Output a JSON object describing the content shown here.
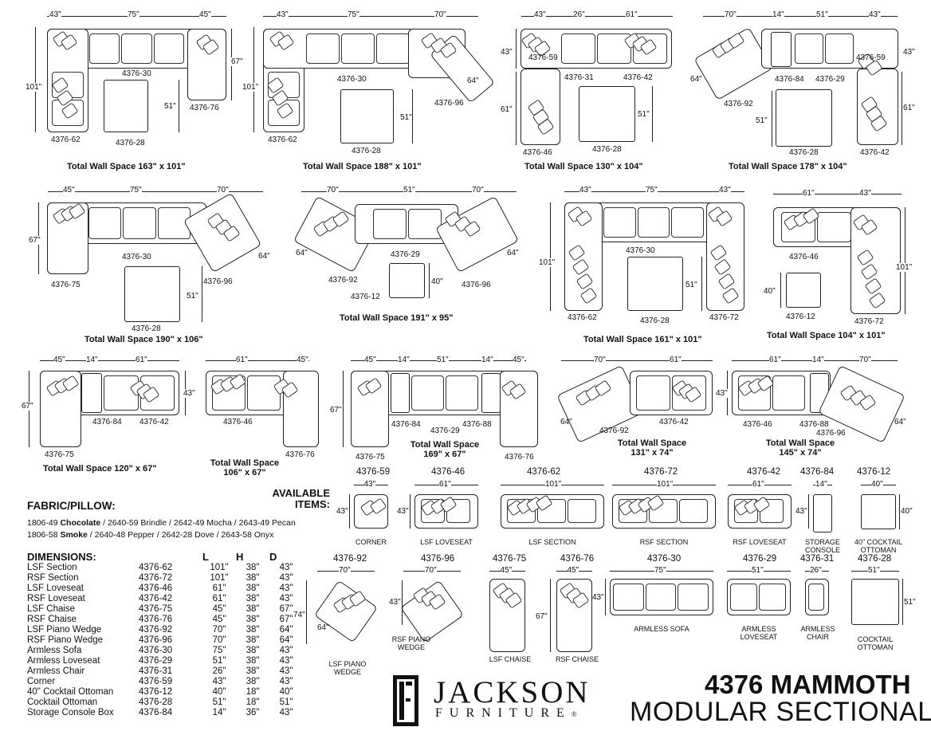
{
  "configurations": [
    {
      "total": "Total Wall Space 163\" x 101\"",
      "codes": [
        "4376-30",
        "4376-76",
        "4376-62",
        "4376-28"
      ],
      "dims": [
        "43\"",
        "75\"",
        "45\"",
        "67\"",
        "101\"",
        "51\""
      ]
    },
    {
      "total": "Total Wall Space 188\" x 101\"",
      "codes": [
        "4376-30",
        "4376-96",
        "4376-62",
        "4376-28"
      ],
      "dims": [
        "43\"",
        "75\"",
        "70\"",
        "101\"",
        "64\"",
        "51\""
      ]
    },
    {
      "total": "Total Wall Space 130\" x 104\"",
      "codes": [
        "4376-59",
        "4376-31",
        "4376-42",
        "4376-46",
        "4376-28"
      ],
      "dims": [
        "43\"",
        "26\"",
        "61\"",
        "43\"",
        "61\"",
        "51\""
      ]
    },
    {
      "total": "Total Wall Space 178\" x 104\"",
      "codes": [
        "4376-84",
        "4376-29",
        "4376-59",
        "4376-92",
        "4376-28",
        "4376-42"
      ],
      "dims": [
        "70\"",
        "14\"",
        "51\"",
        "43\"",
        "43\"",
        "64\"",
        "61\"",
        "51\""
      ]
    },
    {
      "total": "Total Wall Space 190\" x 106\"",
      "codes": [
        "4376-30",
        "4376-75",
        "4376-96",
        "4376-28"
      ],
      "dims": [
        "45\"",
        "75\"",
        "70\"",
        "67\"",
        "64\"",
        "51\""
      ]
    },
    {
      "total": "Total Wall Space 191\" x 95\"",
      "codes": [
        "4376-29",
        "4376-92",
        "4376-96",
        "4376-12"
      ],
      "dims": [
        "70\"",
        "51\"",
        "70\"",
        "64\"",
        "64\"",
        "40\""
      ]
    },
    {
      "total": "Total Wall Space 161\" x 101\"",
      "codes": [
        "4376-30",
        "4376-62",
        "4376-28",
        "4376-72"
      ],
      "dims": [
        "43\"",
        "75\"",
        "43\"",
        "101\"",
        "51\""
      ]
    },
    {
      "total": "Total Wall Space 104\" x 101\"",
      "codes": [
        "4376-46",
        "4376-12",
        "4376-72"
      ],
      "dims": [
        "61\"",
        "43\"",
        "101\"",
        "40\""
      ]
    },
    {
      "total": "Total Wall Space 120\" x 67\"",
      "codes": [
        "4376-84",
        "4376-42",
        "4376-75"
      ],
      "dims": [
        "45\"",
        "14\"",
        "61\"",
        "43\"",
        "67\""
      ]
    },
    {
      "total": "Total Wall Space 106\" x 67\"",
      "codes": [
        "4376-46",
        "4376-76"
      ],
      "dims": [
        "61\"",
        "45\""
      ]
    },
    {
      "total": "Total Wall Space 169\" x 67\"",
      "codes": [
        "4376-84",
        "4376-29",
        "4376-88",
        "4376-75",
        "4376-76"
      ],
      "dims": [
        "45\"",
        "14\"",
        "51\"",
        "14\"",
        "45\"",
        "67\""
      ]
    },
    {
      "total": "Total Wall Space 131\" x 74\"",
      "codes": [
        "4376-92",
        "4376-42"
      ],
      "dims": [
        "70\"",
        "61\"",
        "64\""
      ]
    },
    {
      "total": "Total Wall Space 145\" x 74\"",
      "codes": [
        "4376-46",
        "4376-88",
        "4376-96"
      ],
      "dims": [
        "61\"",
        "14\"",
        "70\"",
        "43\"",
        "64\""
      ]
    }
  ],
  "available_items_label": [
    "AVAILABLE",
    "ITEMS:"
  ],
  "items_row1": [
    {
      "code": "4376-59",
      "name": [
        "CORNER"
      ],
      "width": "43\"",
      "depth": "43\""
    },
    {
      "code": "4376-46",
      "name": [
        "LSF LOVESEAT"
      ],
      "width": "61\"",
      "depth": "43\""
    },
    {
      "code": "4376-62",
      "name": [
        "LSF SECTION"
      ],
      "width": "101\"",
      "depth": ""
    },
    {
      "code": "4376-72",
      "name": [
        "RSF SECTION"
      ],
      "width": "101\"",
      "depth": ""
    },
    {
      "code": "4376-42",
      "name": [
        "RSF LOVESEAT"
      ],
      "width": "61\"",
      "depth": ""
    },
    {
      "code": "4376-84",
      "name": [
        "STORAGE",
        "CONSOLE"
      ],
      "width": "14\"",
      "depth": "43\""
    },
    {
      "code": "4376-12",
      "name": [
        "40\" COCKTAIL",
        "OTTOMAN"
      ],
      "width": "40\"",
      "depth": "40\""
    }
  ],
  "items_row2": [
    {
      "code": "4376-92",
      "name": [
        "LSF PIANO",
        "WEDGE"
      ],
      "width": "70\"",
      "depth": "74\"",
      "diag": "64\""
    },
    {
      "code": "4376-96",
      "name": [
        "RSF PIANO",
        "WEDGE"
      ],
      "width": "70\"",
      "depth": "43\""
    },
    {
      "code": "4376-75",
      "name": [
        "LSF CHAISE"
      ],
      "width": "45\"",
      "depth": ""
    },
    {
      "code": "4376-76",
      "name": [
        "RSF CHAISE"
      ],
      "width": "45\"",
      "depth": "67\""
    },
    {
      "code": "4376-30",
      "name": [
        "ARMLESS SOFA"
      ],
      "width": "75\"",
      "depth": "43\""
    },
    {
      "code": "4376-29",
      "name": [
        "ARMLESS",
        "LOVESEAT"
      ],
      "width": "51\"",
      "depth": ""
    },
    {
      "code": "4376-31",
      "name": [
        "ARMLESS",
        "CHAIR"
      ],
      "width": "26\"",
      "depth": ""
    },
    {
      "code": "4376-28",
      "name": [
        "COCKTAIL",
        "OTTOMAN"
      ],
      "width": "51\"",
      "depth": "51\""
    }
  ],
  "fabric": {
    "title": "FABRIC/PILLOW:",
    "line1": [
      {
        "t": "1806-49 ",
        "b": false
      },
      {
        "t": "Chocolate",
        "b": true
      },
      {
        "t": " / 2640-59 Brindle / 2642-49 Mocha / 2643-49 Pecan",
        "b": false
      }
    ],
    "line2": [
      {
        "t": "1806-58 ",
        "b": false
      },
      {
        "t": "Smoke",
        "b": true
      },
      {
        "t": " / 2640-48 Pepper / 2642-28 Dove / 2643-58 Onyx",
        "b": false
      }
    ]
  },
  "dimensions": {
    "title": "DIMENSIONS:",
    "headers": [
      "L",
      "H",
      "D"
    ],
    "rows": [
      [
        "LSF Section",
        "4376-62",
        "101\"",
        "38\"",
        "43\""
      ],
      [
        "RSF Section",
        "4376-72",
        "101\"",
        "38\"",
        "43\""
      ],
      [
        "LSF Loveseat",
        "4376-46",
        "61\"",
        "38\"",
        "43\""
      ],
      [
        "RSF Loveseat",
        "4376-42",
        "61\"",
        "38\"",
        "43\""
      ],
      [
        "LSF Chaise",
        "4376-75",
        "45\"",
        "38\"",
        "67\""
      ],
      [
        "RSF Chaise",
        "4376-76",
        "45\"",
        "38\"",
        "67\""
      ],
      [
        "LSF Piano Wedge",
        "4376-92",
        "70\"",
        "38\"",
        "64\""
      ],
      [
        "RSF Piano Wedge",
        "4376-96",
        "70\"",
        "38\"",
        "64\""
      ],
      [
        "Armless Sofa",
        "4376-30",
        "75\"",
        "38\"",
        "43\""
      ],
      [
        "Armless Loveseat",
        "4376-29",
        "51\"",
        "38\"",
        "43\""
      ],
      [
        "Armless Chair",
        "4376-31",
        "26\"",
        "38\"",
        "43\""
      ],
      [
        "Corner",
        "4376-59",
        "43\"",
        "38\"",
        "43\""
      ],
      [
        "40\" Cocktail Ottoman",
        "4376-12",
        "40\"",
        "18\"",
        "40\""
      ],
      [
        "Cocktail Ottoman",
        "4376-28",
        "51\"",
        "18\"",
        "51\""
      ],
      [
        "Storage Console Box",
        "4376-84",
        "14\"",
        "36\"",
        "43\""
      ]
    ]
  },
  "brand": {
    "name": "JACKSON",
    "sub": "FURNITURE",
    "reg": "®"
  },
  "title": {
    "line1": "4376 MAMMOTH",
    "line2": "MODULAR SECTIONAL"
  }
}
